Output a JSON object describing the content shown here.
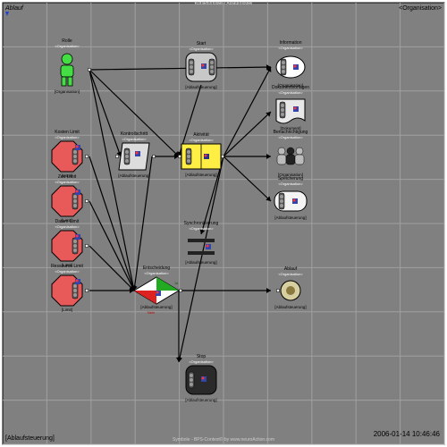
{
  "header": {
    "top_title": "Kontextmodell / Ablaufmodell",
    "top_left_label": "Ablauf",
    "top_right_label": "<Organisation>",
    "bottom_left_label": "[Ablaufsteuerung]",
    "bottom_center_label": "Symbole - BPS-Contest© by www.neuroAction.com",
    "timestamp": "2006-01-14 10:46:46"
  },
  "nodes": [
    {
      "id": "rolle",
      "type": "role",
      "title": "Rolle",
      "stereo": "<Organisation>",
      "tag": "[Organisation]"
    },
    {
      "id": "kosten",
      "type": "octagon",
      "title": "Kosten Limit",
      "stereo": "<Organisation>",
      "tag": "[Limit]"
    },
    {
      "id": "zeit",
      "type": "octagon",
      "title": "Zeit Limit",
      "stereo": "<Organisation>",
      "tag": "[Limit]"
    },
    {
      "id": "datum",
      "type": "octagon",
      "title": "Datum Limit",
      "stereo": "<Organisation>",
      "tag": "[Limit]"
    },
    {
      "id": "ressource",
      "type": "octagon",
      "title": "Ressource Limit",
      "stereo": "<Organisation>",
      "tag": "[Limit]"
    },
    {
      "id": "start",
      "type": "rounded",
      "title": "Start",
      "stereo": "<Organisation>",
      "tag": "[Ablaufsteuerung]"
    },
    {
      "id": "kontroll",
      "type": "para",
      "title": "Kontrollschritt",
      "stereo": "<Organisation>",
      "tag": "[Ablaufsteuerung]"
    },
    {
      "id": "aktivitaet",
      "type": "activity",
      "title": "Aktivität",
      "stereo": "<Organisation>",
      "tag": "[Ablaufsteuerung]"
    },
    {
      "id": "sync",
      "type": "sync",
      "title": "Synchronisierung",
      "stereo": "<Organisation>",
      "tag": "[Ablaufsteuerung]"
    },
    {
      "id": "entscheid",
      "type": "decision",
      "title": "Entscheidung",
      "stereo": "<Organisation>",
      "tag": "[Ablaufsteuerung]",
      "yes": "Ja",
      "no": "Nein"
    },
    {
      "id": "stop",
      "type": "rounded",
      "title": "Stop",
      "stereo": "<Organisation>",
      "tag": "[Ablaufsteuerung]"
    },
    {
      "id": "info",
      "type": "cloud",
      "title": "Information",
      "stereo": "<Organisation>",
      "tag": "[Organisation]"
    },
    {
      "id": "doku",
      "type": "document",
      "title": "Dokumentvorlagen",
      "stereo": "<Organisation>",
      "tag": "[Dokument]"
    },
    {
      "id": "benach",
      "type": "people",
      "title": "Benachrichtigung",
      "stereo": "<Organisation>",
      "tag": "[Organisation]"
    },
    {
      "id": "speicher",
      "type": "drum",
      "title": "Speicherung",
      "stereo": "<Organisation>",
      "tag": "[Ablaufsteuerung]"
    },
    {
      "id": "ablauf",
      "type": "coin",
      "title": "Ablauf",
      "stereo": "<Organisation>",
      "tag": "[Ablaufsteuerung]"
    }
  ],
  "edges": [
    [
      "rolle",
      "kontroll"
    ],
    [
      "rolle",
      "aktivitaet"
    ],
    [
      "rolle",
      "entscheid"
    ],
    [
      "rolle",
      "info"
    ],
    [
      "kosten",
      "entscheid"
    ],
    [
      "zeit",
      "entscheid"
    ],
    [
      "datum",
      "entscheid"
    ],
    [
      "ressource",
      "entscheid"
    ],
    [
      "kontroll",
      "aktivitaet"
    ],
    [
      "start",
      "aktivitaet"
    ],
    [
      "aktivitaet",
      "info"
    ],
    [
      "aktivitaet",
      "doku"
    ],
    [
      "aktivitaet",
      "benach"
    ],
    [
      "aktivitaet",
      "speicher"
    ],
    [
      "aktivitaet",
      "sync"
    ],
    [
      "aktivitaet",
      "stop"
    ],
    [
      "kontroll",
      "entscheid"
    ],
    [
      "entscheid",
      "ablauf"
    ],
    [
      "entscheid",
      "stop"
    ]
  ],
  "colors": {
    "background": "#808080",
    "grid": "#a0a0a0",
    "limit_fill": "#e85a5a",
    "role_fill": "#44dd44",
    "activity_fill": "#ffee44",
    "node_gray": "#c8c8c8",
    "link": "#000000"
  }
}
